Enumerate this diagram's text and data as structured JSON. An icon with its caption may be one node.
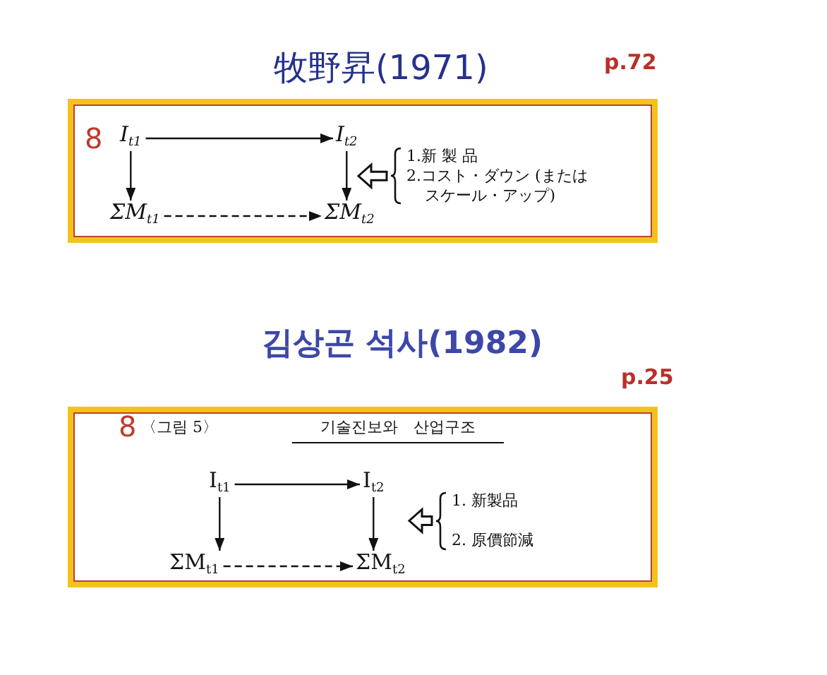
{
  "diagram": {
    "nodes": [
      {
        "text": [
          "8"
        ],
        "beside": [
          "牧野昇(1971)",
          "p.72"
        ]
      },
      {
        "text": [
          "I$_{t1}$"
        ],
        "in": 0
      },
      {
        "text": [
          "I$_{t2}$"
        ],
        "in": 0
      },
      {
        "text": [
          "ΣM$_{t1}$"
        ],
        "in": 0
      },
      {
        "text": [
          "ΣM$_{t2}$"
        ],
        "in": 0
      },
      {
        "text": [
          "1.新 製 品",
          "2.コスト・ダウン (またはスケール・アップ)"
        ],
        "in": 0
      },
      {
        "text": [
          "8",
          "〈그림 5〉",
          "기술진보와 산업구조"
        ],
        "beside": [
          "김상곤 석사(1982)",
          "p.25"
        ]
      },
      {
        "text": [
          "I$_{t1}$"
        ],
        "in": 6
      },
      {
        "text": [
          "I$_{t2}$"
        ],
        "in": 6
      },
      {
        "text": [
          "ΣM$_{t1}$"
        ],
        "in": 6
      },
      {
        "text": [
          "ΣM$_{t2}$"
        ],
        "in": 6
      },
      {
        "text": [
          "1. 新製品",
          "2. 原價節減"
        ],
        "in": 6
      }
    ],
    "edges": [
      {
        "from": 1,
        "to": 2,
        "arrow": "to"
      },
      {
        "from": 1,
        "to": 3,
        "arrow": "to"
      },
      {
        "from": 2,
        "to": 4,
        "arrow": "to"
      },
      {
        "from": 3,
        "to": 4,
        "arrow": "to",
        "style": "dashed"
      },
      {
        "from": 5,
        "to": null,
        "arrow": "to"
      },
      {
        "from": 7,
        "to": 8,
        "arrow": "to"
      },
      {
        "from": 7,
        "to": 9,
        "arrow": "to"
      },
      {
        "from": 8,
        "to": 10,
        "arrow": "to"
      },
      {
        "from": 9,
        "to": 10,
        "arrow": "to",
        "style": "dashed"
      },
      {
        "from": 11,
        "to": null,
        "arrow": "to"
      }
    ]
  }
}
